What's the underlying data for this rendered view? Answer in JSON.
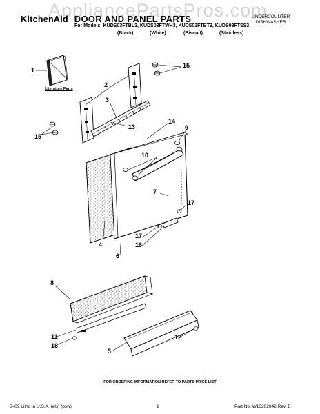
{
  "header": {
    "watermark": "AppliancePartsPros.com",
    "brand": "KitchenAid",
    "title": "DOOR AND PANEL PARTS",
    "models": "For Models: KUDS03FTBL3, KUDS03FTWH3, KUDS03FTBT3, KUDS03FTSS3",
    "colors": [
      "(Black)",
      "(White)",
      "(Biscuit)",
      "(Stainless)"
    ],
    "appliance_type_line1": "UNDERCOUNTER",
    "appliance_type_line2": "DISHWASHER"
  },
  "diagram": {
    "literature_label": "Literature Parts",
    "callouts": {
      "c1": "1",
      "c2": "2",
      "c3": "3",
      "c4": "4",
      "c5": "5",
      "c6": "6",
      "c7": "7",
      "c8": "8",
      "c9": "9",
      "c10": "10",
      "c11": "11",
      "c12": "12",
      "c13": "13",
      "c14": "14",
      "c15a": "15",
      "c15b": "15",
      "c16": "16",
      "c17a": "17",
      "c17b": "17",
      "c18": "18"
    }
  },
  "footer": {
    "ordering_info": "FOR ORDERING INFORMATION REFER TO PARTS PRICE LIST",
    "litho": "5–09 Litho in U.S.A. (els) (psw)",
    "page": "1",
    "part_no": "Part No. W10202042 Rev. B"
  }
}
